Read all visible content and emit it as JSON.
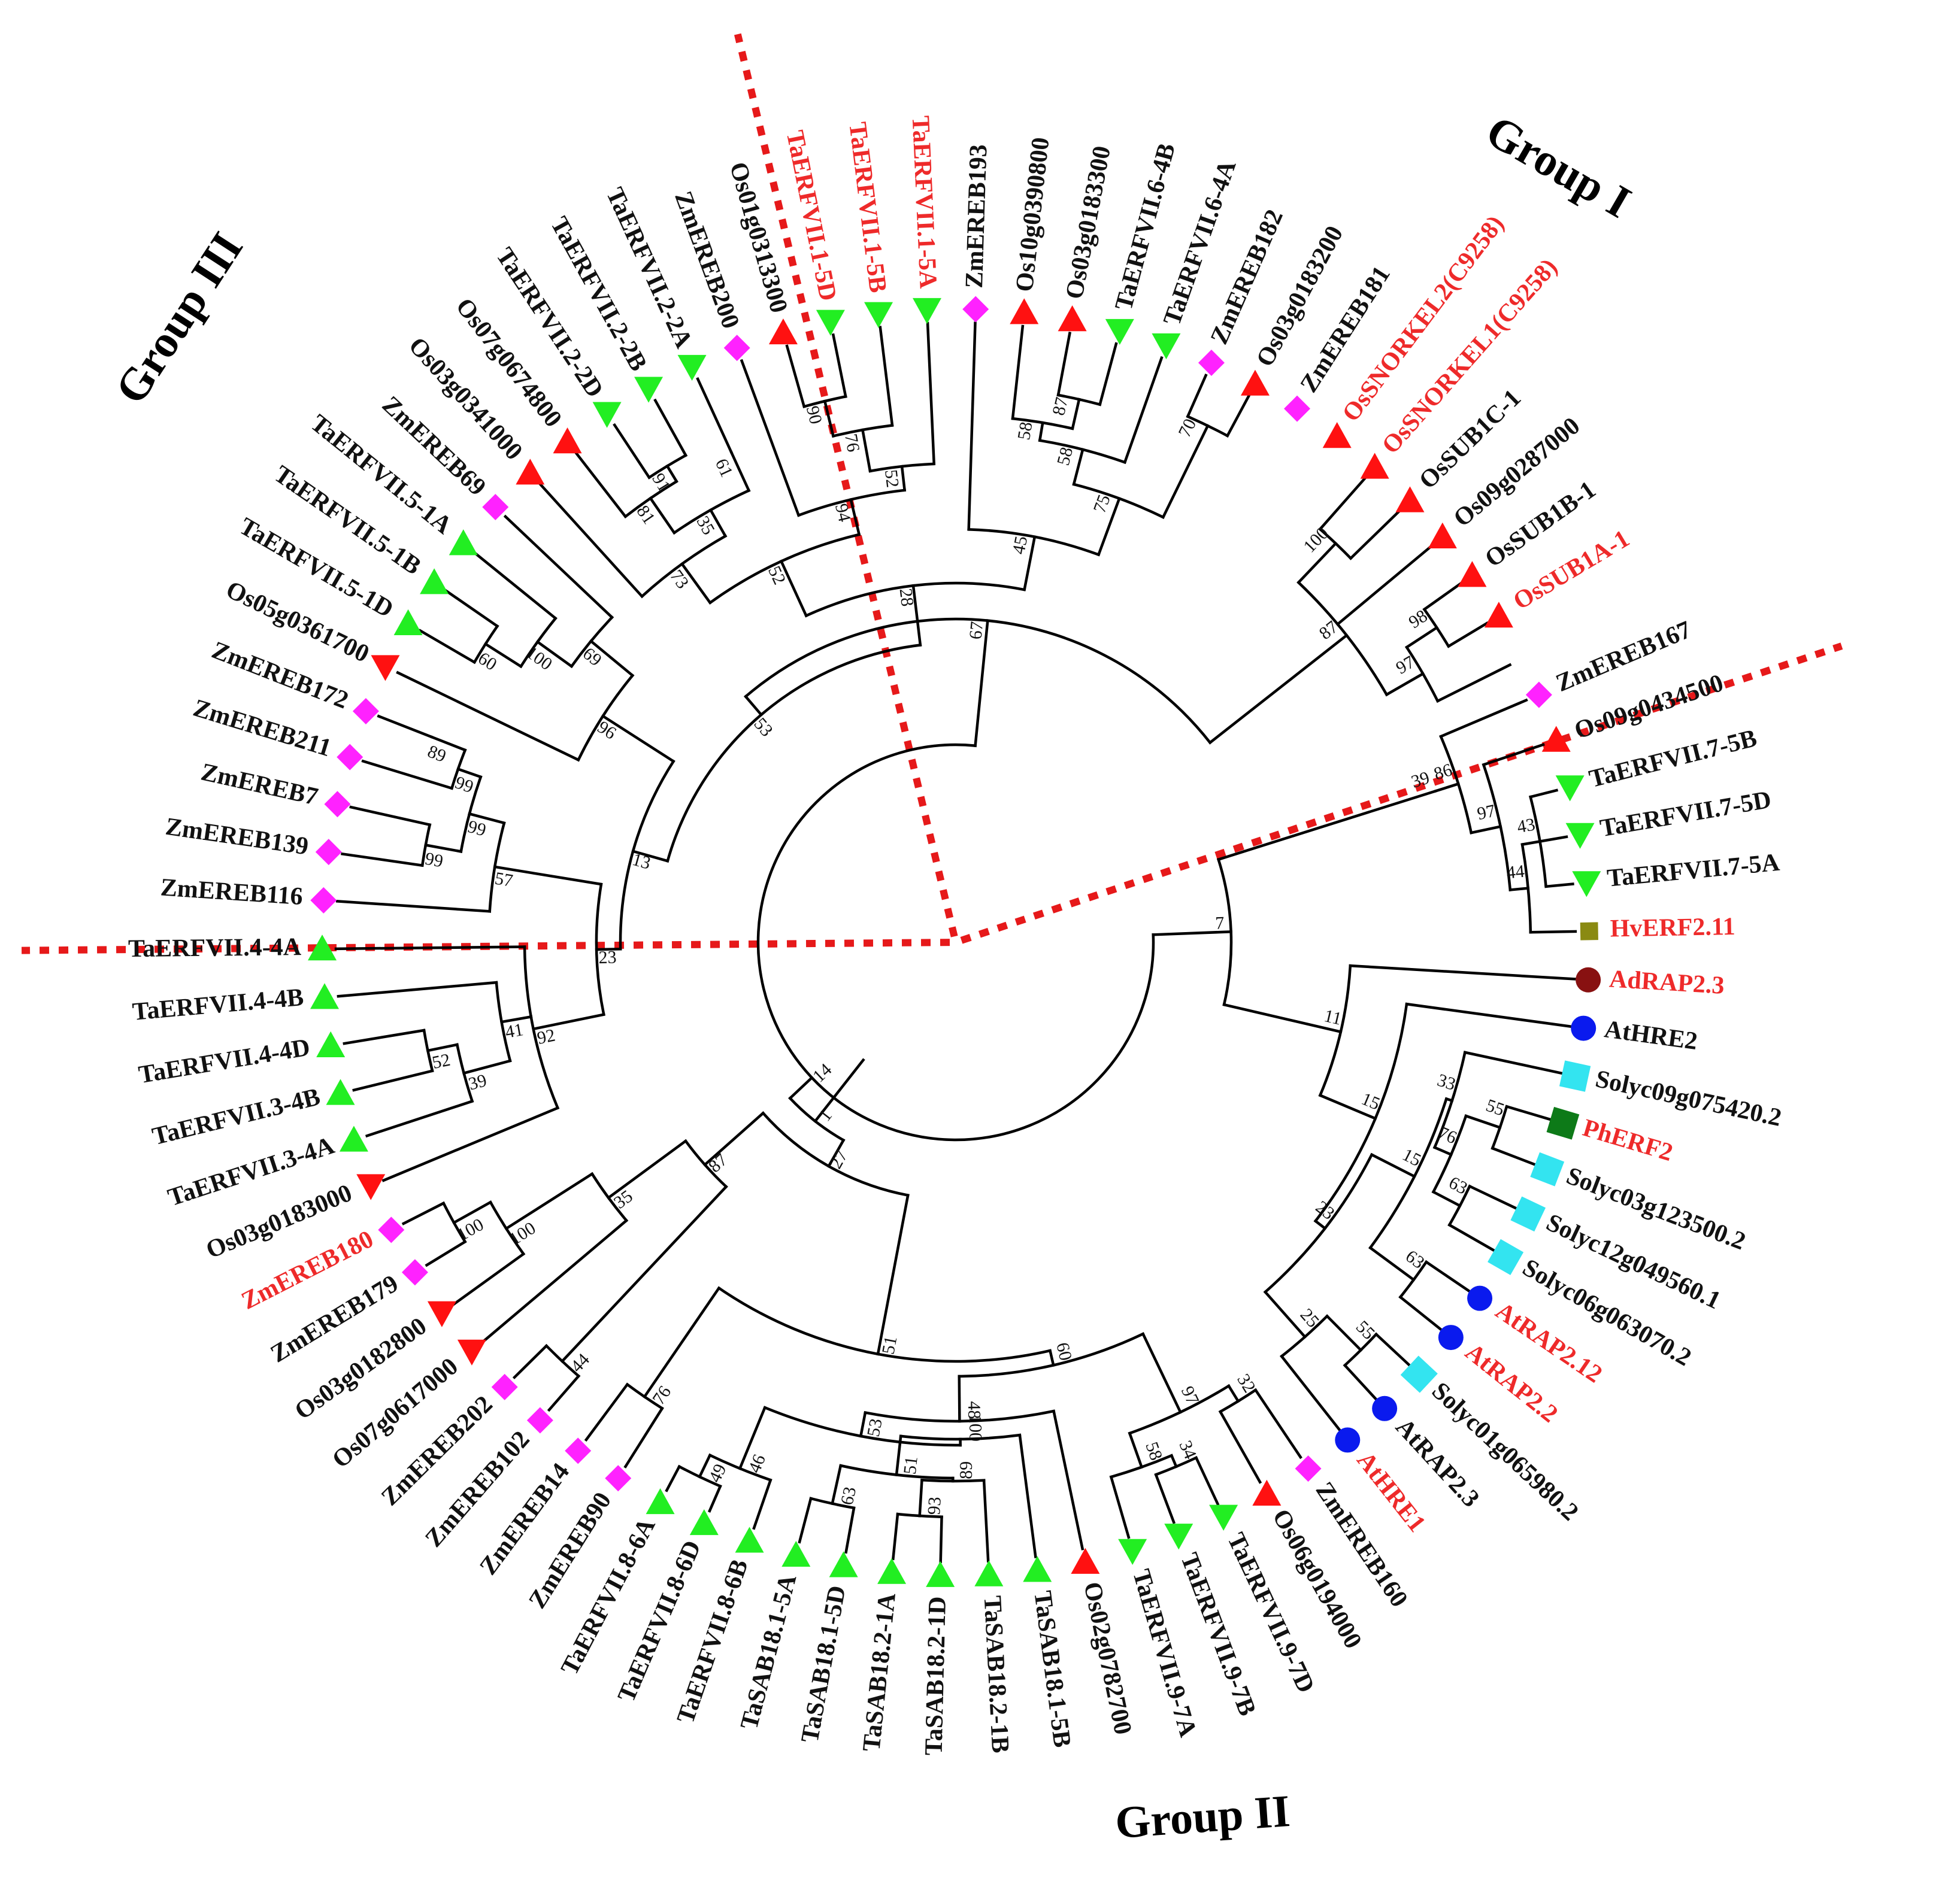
{
  "colors": {
    "label_black": "#111111",
    "label_red": "#ee2a2a",
    "divider": "#e6191a",
    "green_triangle": "#22ee22",
    "red_triangle": "#ff1111",
    "magenta_diamond": "#ff22ff",
    "blue_circle": "#0a1aee",
    "cyan_square": "#33e4f0",
    "darkgreen_square": "#0d7a18",
    "darkred_circle": "#881111",
    "olive_diamond": "#8a8a12"
  },
  "groups": [
    {
      "id": "g1",
      "label": "Group I"
    },
    {
      "id": "g2",
      "label": "Group II"
    },
    {
      "id": "g3",
      "label": "Group III"
    }
  ],
  "leaves": [
    {
      "label": "ZmEREB167",
      "marker": "diamond",
      "color": "magenta_diamond",
      "highlight": false
    },
    {
      "label": "Os09g0434500",
      "marker": "triangle-up",
      "color": "red_triangle",
      "highlight": false
    },
    {
      "label": "TaERFVII.7-5B",
      "marker": "triangle-down",
      "color": "green_triangle",
      "highlight": false
    },
    {
      "label": "TaERFVII.7-5D",
      "marker": "triangle-down",
      "color": "green_triangle",
      "highlight": false
    },
    {
      "label": "TaERFVII.7-5A",
      "marker": "triangle-down",
      "color": "green_triangle",
      "highlight": false
    },
    {
      "label": "HvERF2.11",
      "marker": "diamond-sq",
      "color": "olive_diamond",
      "highlight": true
    },
    {
      "label": "AdRAP2.3",
      "marker": "circle",
      "color": "darkred_circle",
      "highlight": true
    },
    {
      "label": "AtHRE2",
      "marker": "circle",
      "color": "blue_circle",
      "highlight": false
    },
    {
      "label": "Solyc09g075420.2",
      "marker": "square",
      "color": "cyan_square",
      "highlight": false
    },
    {
      "label": "PhERF2",
      "marker": "square",
      "color": "darkgreen_square",
      "highlight": true
    },
    {
      "label": "Solyc03g123500.2",
      "marker": "square",
      "color": "cyan_square",
      "highlight": false
    },
    {
      "label": "Solyc12g049560.1",
      "marker": "square",
      "color": "cyan_square",
      "highlight": false
    },
    {
      "label": "Solyc06g063070.2",
      "marker": "square",
      "color": "cyan_square",
      "highlight": false
    },
    {
      "label": "AtRAP2.12",
      "marker": "circle",
      "color": "blue_circle",
      "highlight": true
    },
    {
      "label": "AtRAP2.2",
      "marker": "circle",
      "color": "blue_circle",
      "highlight": true
    },
    {
      "label": "Solyc01g065980.2",
      "marker": "square",
      "color": "cyan_square",
      "highlight": false
    },
    {
      "label": "AtRAP2.3",
      "marker": "circle",
      "color": "blue_circle",
      "highlight": false
    },
    {
      "label": "AtHRE1",
      "marker": "circle",
      "color": "blue_circle",
      "highlight": true
    },
    {
      "label": "ZmEREB160",
      "marker": "diamond",
      "color": "magenta_diamond",
      "highlight": false
    },
    {
      "label": "Os06g0194000",
      "marker": "triangle-up",
      "color": "red_triangle",
      "highlight": false
    },
    {
      "label": "TaERFVII.9-7D",
      "marker": "triangle-down",
      "color": "green_triangle",
      "highlight": false
    },
    {
      "label": "TaERFVII.9-7B",
      "marker": "triangle-down",
      "color": "green_triangle",
      "highlight": false
    },
    {
      "label": "TaERFVII.9-7A",
      "marker": "triangle-down",
      "color": "green_triangle",
      "highlight": false
    },
    {
      "label": "Os02g0782700",
      "marker": "triangle-up",
      "color": "red_triangle",
      "highlight": false
    },
    {
      "label": "TaSAB18.1-5B",
      "marker": "triangle-up",
      "color": "green_triangle",
      "highlight": false
    },
    {
      "label": "TaSAB18.2-1B",
      "marker": "triangle-up",
      "color": "green_triangle",
      "highlight": false
    },
    {
      "label": "TaSAB18.2-1D",
      "marker": "triangle-up",
      "color": "green_triangle",
      "highlight": false
    },
    {
      "label": "TaSAB18.2-1A",
      "marker": "triangle-up",
      "color": "green_triangle",
      "highlight": false
    },
    {
      "label": "TaSAB18.1-5D",
      "marker": "triangle-up",
      "color": "green_triangle",
      "highlight": false
    },
    {
      "label": "TaSAB18.1-5A",
      "marker": "triangle-up",
      "color": "green_triangle",
      "highlight": false
    },
    {
      "label": "TaERFVII.8-6B",
      "marker": "triangle-up",
      "color": "green_triangle",
      "highlight": false
    },
    {
      "label": "TaERFVII.8-6D",
      "marker": "triangle-up",
      "color": "green_triangle",
      "highlight": false
    },
    {
      "label": "TaERFVII.8-6A",
      "marker": "triangle-up",
      "color": "green_triangle",
      "highlight": false
    },
    {
      "label": "ZmEREB90",
      "marker": "diamond",
      "color": "magenta_diamond",
      "highlight": false
    },
    {
      "label": "ZmEREB14",
      "marker": "diamond",
      "color": "magenta_diamond",
      "highlight": false
    },
    {
      "label": "ZmEREB102",
      "marker": "diamond",
      "color": "magenta_diamond",
      "highlight": false
    },
    {
      "label": "ZmEREB202",
      "marker": "diamond",
      "color": "magenta_diamond",
      "highlight": false
    },
    {
      "label": "Os07g0617000",
      "marker": "triangle-down",
      "color": "red_triangle",
      "highlight": false
    },
    {
      "label": "Os03g0182800",
      "marker": "triangle-down",
      "color": "red_triangle",
      "highlight": false
    },
    {
      "label": "ZmEREB179",
      "marker": "diamond",
      "color": "magenta_diamond",
      "highlight": false
    },
    {
      "label": "ZmEREB180",
      "marker": "diamond",
      "color": "magenta_diamond",
      "highlight": true
    },
    {
      "label": "Os03g0183000",
      "marker": "triangle-down",
      "color": "red_triangle",
      "highlight": false
    },
    {
      "label": "TaERFVII.3-4A",
      "marker": "triangle-up",
      "color": "green_triangle",
      "highlight": false
    },
    {
      "label": "TaERFVII.3-4B",
      "marker": "triangle-up",
      "color": "green_triangle",
      "highlight": false
    },
    {
      "label": "TaERFVII.4-4D",
      "marker": "triangle-up",
      "color": "green_triangle",
      "highlight": false
    },
    {
      "label": "TaERFVII.4-4B",
      "marker": "triangle-up",
      "color": "green_triangle",
      "highlight": false
    },
    {
      "label": "TaERFVII.4-4A",
      "marker": "triangle-up",
      "color": "green_triangle",
      "highlight": false
    },
    {
      "label": "ZmEREB116",
      "marker": "diamond",
      "color": "magenta_diamond",
      "highlight": false
    },
    {
      "label": "ZmEREB139",
      "marker": "diamond",
      "color": "magenta_diamond",
      "highlight": false
    },
    {
      "label": "ZmEREB7",
      "marker": "diamond",
      "color": "magenta_diamond",
      "highlight": false
    },
    {
      "label": "ZmEREB211",
      "marker": "diamond",
      "color": "magenta_diamond",
      "highlight": false
    },
    {
      "label": "ZmEREB172",
      "marker": "diamond",
      "color": "magenta_diamond",
      "highlight": false
    },
    {
      "label": "Os05g0361700",
      "marker": "triangle-down",
      "color": "red_triangle",
      "highlight": false
    },
    {
      "label": "TaERFVII.5-1D",
      "marker": "triangle-up",
      "color": "green_triangle",
      "highlight": false
    },
    {
      "label": "TaERFVII.5-1B",
      "marker": "triangle-up",
      "color": "green_triangle",
      "highlight": false
    },
    {
      "label": "TaERFVII.5-1A",
      "marker": "triangle-up",
      "color": "green_triangle",
      "highlight": false
    },
    {
      "label": "ZmEREB69",
      "marker": "diamond",
      "color": "magenta_diamond",
      "highlight": false
    },
    {
      "label": "Os03g0341000",
      "marker": "triangle-up",
      "color": "red_triangle",
      "highlight": false
    },
    {
      "label": "Os07g0674800",
      "marker": "triangle-up",
      "color": "red_triangle",
      "highlight": false
    },
    {
      "label": "TaERFVII.2-2D",
      "marker": "triangle-down",
      "color": "green_triangle",
      "highlight": false
    },
    {
      "label": "TaERFVII.2-2B",
      "marker": "triangle-down",
      "color": "green_triangle",
      "highlight": false
    },
    {
      "label": "TaERFVII.2-2A",
      "marker": "triangle-down",
      "color": "green_triangle",
      "highlight": false
    },
    {
      "label": "ZmEREB200",
      "marker": "diamond",
      "color": "magenta_diamond",
      "highlight": false
    },
    {
      "label": "Os01g0313300",
      "marker": "triangle-up",
      "color": "red_triangle",
      "highlight": false
    },
    {
      "label": "TaERFVII.1-5D",
      "marker": "triangle-down",
      "color": "green_triangle",
      "highlight": true
    },
    {
      "label": "TaERFVII.1-5B",
      "marker": "triangle-down",
      "color": "green_triangle",
      "highlight": true
    },
    {
      "label": "TaERFVII.1-5A",
      "marker": "triangle-down",
      "color": "green_triangle",
      "highlight": true
    },
    {
      "label": "ZmEREB193",
      "marker": "diamond",
      "color": "magenta_diamond",
      "highlight": false
    },
    {
      "label": "Os10g0390800",
      "marker": "triangle-up",
      "color": "red_triangle",
      "highlight": false
    },
    {
      "label": "Os03g0183300",
      "marker": "triangle-up",
      "color": "red_triangle",
      "highlight": false
    },
    {
      "label": "TaERFVII.6-4B",
      "marker": "triangle-down",
      "color": "green_triangle",
      "highlight": false
    },
    {
      "label": "TaERFVII.6-4A",
      "marker": "triangle-down",
      "color": "green_triangle",
      "highlight": false
    },
    {
      "label": "ZmEREB182",
      "marker": "diamond",
      "color": "magenta_diamond",
      "highlight": false
    },
    {
      "label": "Os03g0183200",
      "marker": "triangle-up",
      "color": "red_triangle",
      "highlight": false
    },
    {
      "label": "ZmEREB181",
      "marker": "diamond",
      "color": "magenta_diamond",
      "highlight": false
    },
    {
      "label": "OsSNORKEL2(C9258)",
      "marker": "triangle-up",
      "color": "red_triangle",
      "highlight": true
    },
    {
      "label": "OsSNORKEL1(C9258)",
      "marker": "triangle-up",
      "color": "red_triangle",
      "highlight": true
    },
    {
      "label": "OsSUB1C-1",
      "marker": "triangle-up",
      "color": "red_triangle",
      "highlight": false
    },
    {
      "label": "Os09g0287000",
      "marker": "triangle-up",
      "color": "red_triangle",
      "highlight": false
    },
    {
      "label": "OsSUB1B-1",
      "marker": "triangle-up",
      "color": "red_triangle",
      "highlight": false
    },
    {
      "label": "OsSUB1A-1",
      "marker": "triangle-up",
      "color": "red_triangle",
      "highlight": true
    }
  ],
  "bootstrap": {
    "r1": "1",
    "ga": "27",
    "g3": "51",
    "g3a": "60",
    "g3a1": "34",
    "g3a2": "97",
    "g3a3": "58",
    "g3b": "48",
    "g3b1": "100",
    "g3b2": "93",
    "g3b3": "51",
    "g3b4": "89",
    "g3b5": "63",
    "g3c": "53",
    "g3c1": "46",
    "g3c2": "49",
    "g3d": "76",
    "g3e": "32",
    "gz": "87",
    "z1": "44",
    "z2": "35",
    "z3": "100",
    "z4": "100",
    "gr": "14",
    "g1": "7",
    "g1a": "11",
    "g1b": "15",
    "g1c": "23",
    "g1d": "25",
    "g1e": "55",
    "g1f": "15",
    "g1g": "63",
    "g1h": "33",
    "g1i": "76",
    "g1j": "63",
    "g1k": "55",
    "g1m": "39",
    "g1n": "86",
    "g1o": "97",
    "g1p": "44",
    "g1q": "43",
    "g2": "67",
    "s1": "87",
    "s2": "97",
    "s3": "98",
    "s4": "100",
    "gp": "53",
    "gb": "13",
    "w2": "23",
    "w3": "92",
    "w4": "57",
    "w5": "99",
    "w6": "99",
    "w7": "89",
    "w8": "99",
    "w9": "41",
    "w10": "39",
    "w11": "52",
    "m1": "96",
    "m2": "69",
    "m3": "100",
    "m4": "60",
    "n1": "28",
    "n2": "52",
    "n3": "73",
    "n4": "35",
    "n5": "81",
    "n6": "61",
    "n7": "91",
    "n8": "94",
    "n9": "52",
    "n10": "76",
    "n11": "90",
    "q1": "45",
    "q2": "75",
    "q3": "70",
    "q4": "58",
    "q5": "58",
    "q6": "87"
  }
}
